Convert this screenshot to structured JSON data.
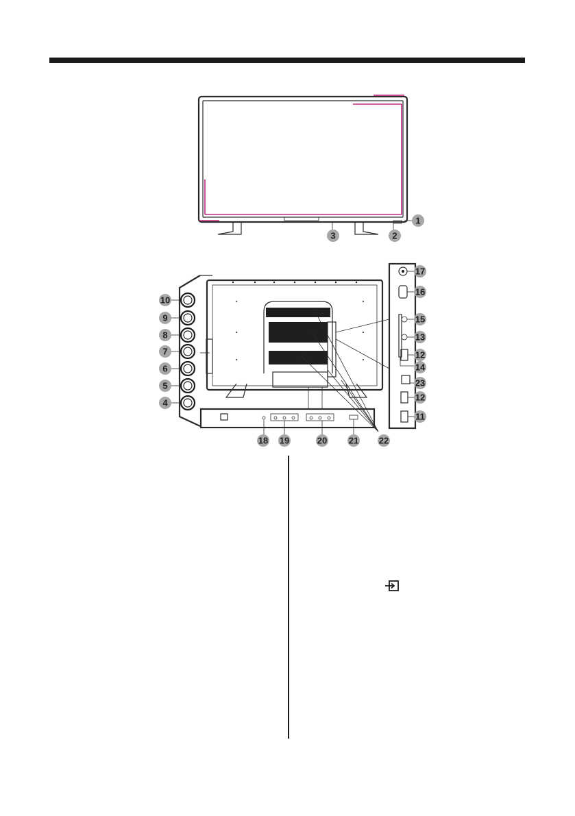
{
  "callouts": {
    "c1": "1",
    "c2": "2",
    "c3": "3",
    "c4": "4",
    "c5": "5",
    "c6": "6",
    "c7": "7",
    "c8": "8",
    "c9": "9",
    "c10": "10",
    "c11": "11",
    "c12a": "12",
    "c12b": "12",
    "c13": "13",
    "c14": "14",
    "c15": "15",
    "c16": "16",
    "c17": "17",
    "c18": "18",
    "c19": "19",
    "c20": "20",
    "c21": "21",
    "c22": "22",
    "c23": "23"
  },
  "icons": {
    "input_source": "input-source-icon"
  },
  "colors": {
    "rule": "#1a1a1a",
    "callout_fill": "#a7a7a7",
    "highlight": "#c0267e"
  }
}
